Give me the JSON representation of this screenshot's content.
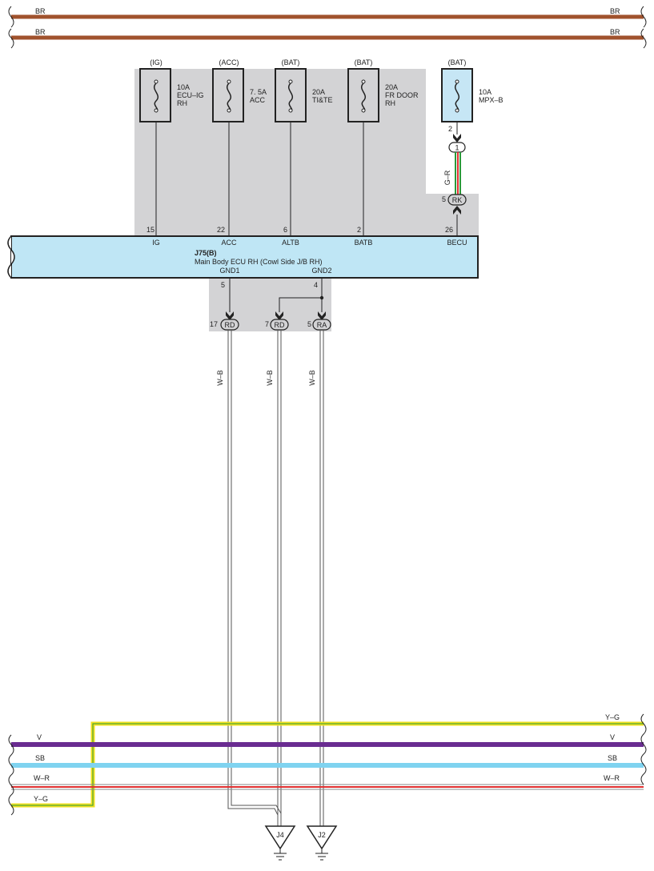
{
  "top_bus": [
    {
      "wire": "BR",
      "color": "#a0522d"
    },
    {
      "wire": "BR",
      "color": "#a0522d"
    }
  ],
  "fuses": [
    {
      "source": "(IG)",
      "rating": "10A",
      "name": "ECU–IG",
      "name2": "RH",
      "pin": "15",
      "terminal": "IG"
    },
    {
      "source": "(ACC)",
      "rating": "7. 5A",
      "name": "ACC",
      "name2": "",
      "pin": "22",
      "terminal": "ACC"
    },
    {
      "source": "(BAT)",
      "rating": "20A",
      "name": "TI&TE",
      "name2": "",
      "pin": "6",
      "terminal": "ALTB"
    },
    {
      "source": "(BAT)",
      "rating": "20A",
      "name": "FR DOOR",
      "name2": "RH",
      "pin": "2",
      "terminal": "BATB"
    },
    {
      "source": "(BAT)",
      "rating": "10A",
      "name": "MPX–B",
      "name2": "",
      "pin": "26",
      "terminal": "BECU"
    }
  ],
  "mpx_branch": {
    "pin_top": "2",
    "connector_1": "1",
    "wire": "G–R",
    "connector_rk_pin": "5",
    "connector_rk": "RK"
  },
  "ecu": {
    "code": "J75(B)",
    "name": "Main Body ECU RH (Cowl Side J/B RH)",
    "gnd1_label": "GND1",
    "gnd1_pin": "5",
    "gnd2_label": "GND2",
    "gnd2_pin": "4"
  },
  "ground_connectors": [
    {
      "pin": "17",
      "name": "RD",
      "wire": "W–B"
    },
    {
      "pin": "7",
      "name": "RD",
      "wire": "W–B"
    },
    {
      "pin": "5",
      "name": "RA",
      "wire": "W–B"
    }
  ],
  "ground_points": [
    "J4",
    "J2"
  ],
  "bottom_bus": [
    {
      "wire": "V",
      "color": "#6a2c91"
    },
    {
      "wire": "SB",
      "color": "#7fd3f0"
    },
    {
      "wire": "W–R",
      "color": "#e03030"
    },
    {
      "wire": "Y–G",
      "color": "#f0e020"
    }
  ],
  "colors": {
    "shade": "#d3d3d5",
    "ecu_fill": "#bfe6f5",
    "fuse_fill": "#c6e6f5",
    "ground_wire": "#555555",
    "g_r_green": "#2a9a3a",
    "g_r_red": "#e03030"
  }
}
